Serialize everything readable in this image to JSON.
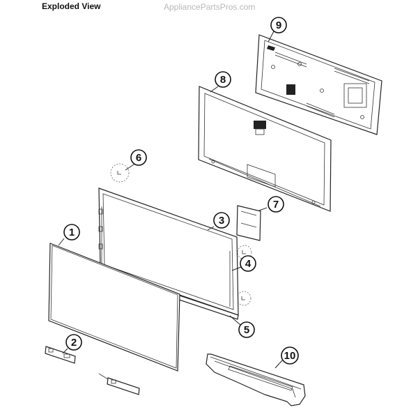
{
  "header": {
    "title": "Exploded View",
    "watermark": "AppliancePartsPros.com"
  },
  "callouts": [
    {
      "label": "1"
    },
    {
      "label": "2"
    },
    {
      "label": "3"
    },
    {
      "label": "4"
    },
    {
      "label": "5"
    },
    {
      "label": "6"
    },
    {
      "label": "7"
    },
    {
      "label": "8"
    },
    {
      "label": "9"
    },
    {
      "label": "10"
    }
  ]
}
